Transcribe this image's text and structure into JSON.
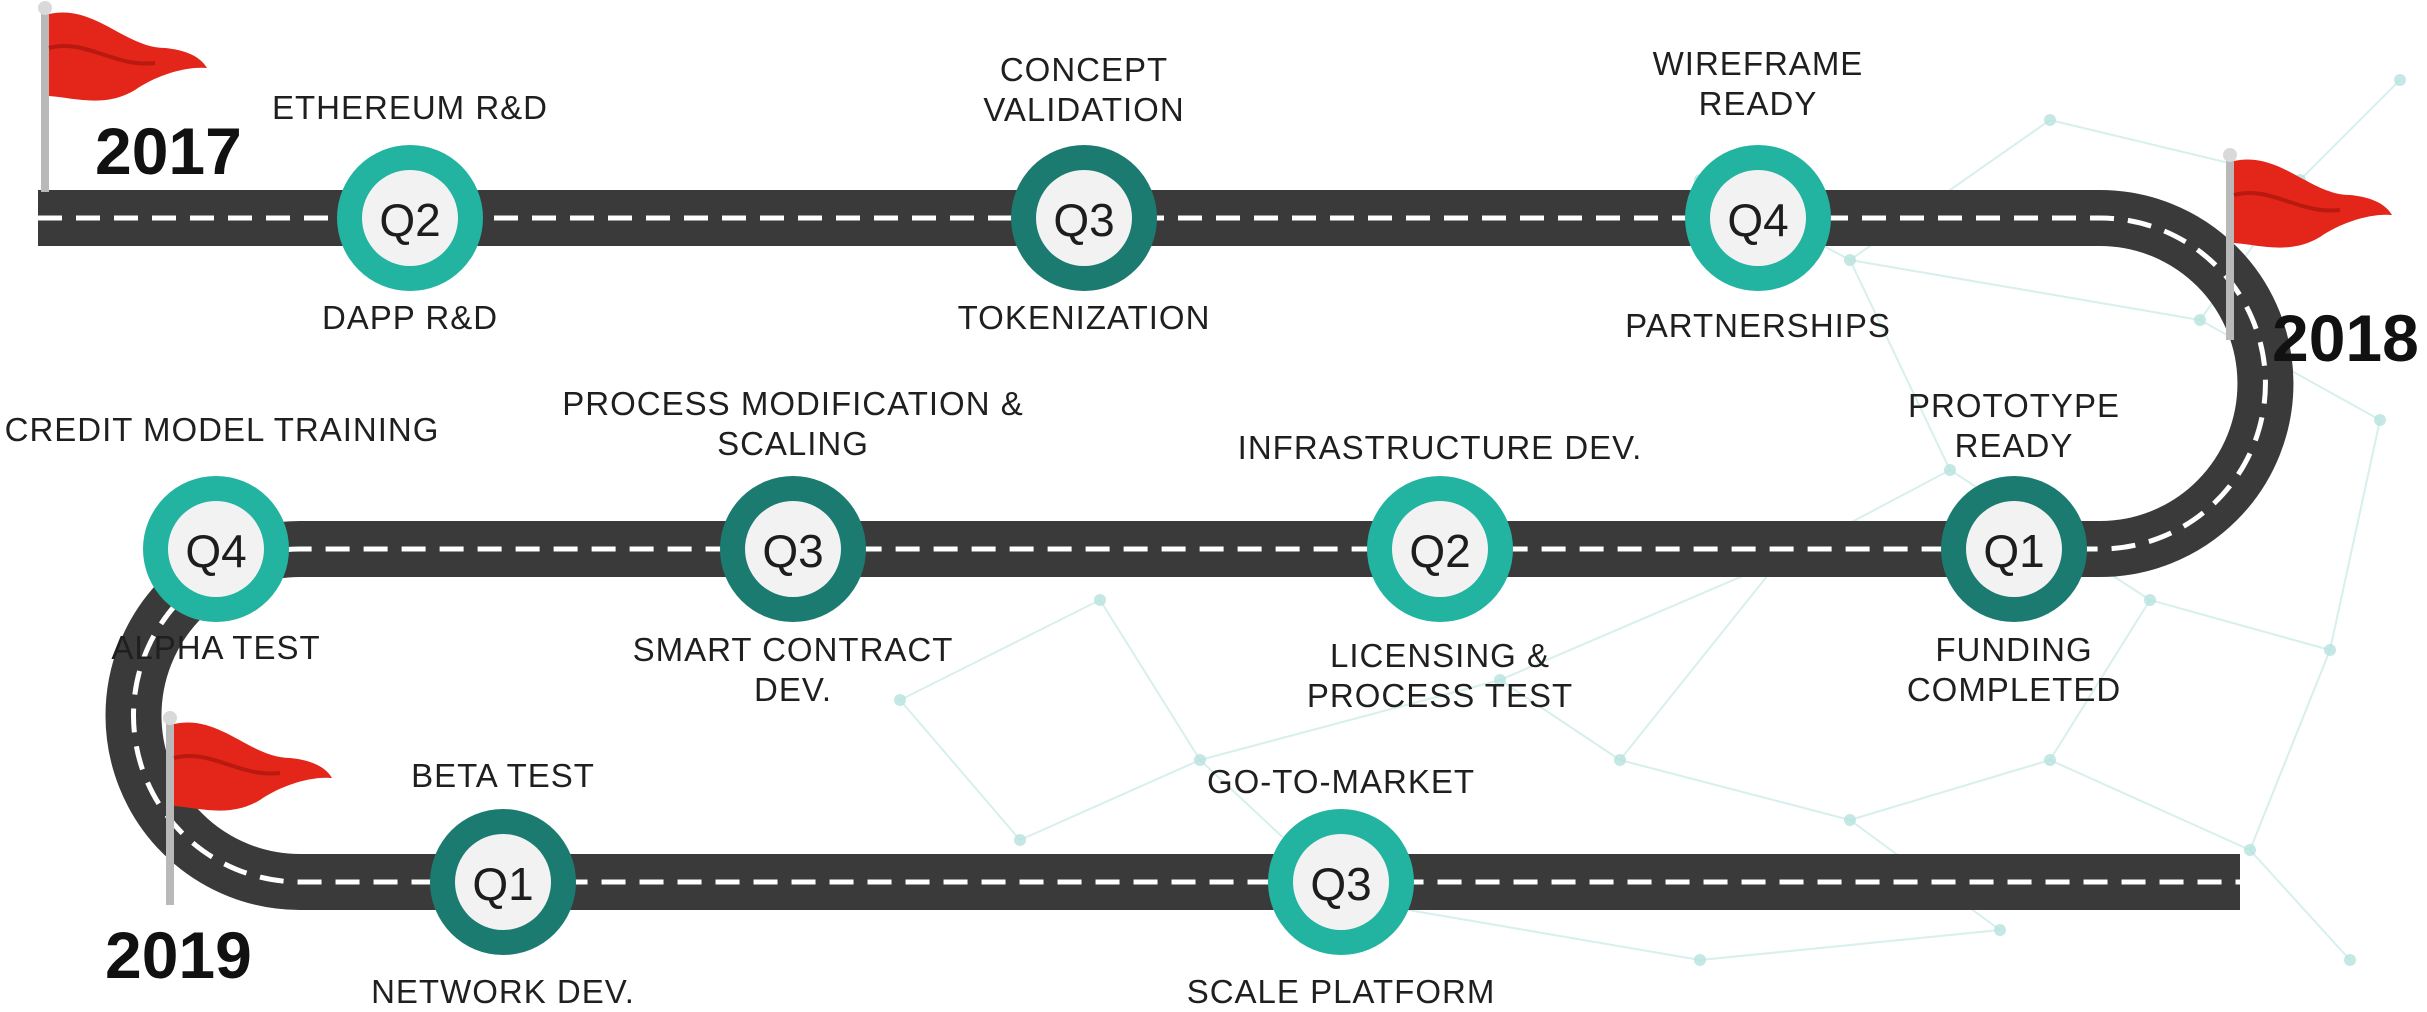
{
  "years": [
    "2017",
    "2018",
    "2019"
  ],
  "colors": {
    "road": "#3a3a3a",
    "lane_marking": "#ffffff",
    "milestone_light": "#22b3a1",
    "milestone_dark": "#1b7b70",
    "milestone_center": "#f2f2f2",
    "flag": "#e32619",
    "flag_pole": "#b9b9b9",
    "background_network": "#b7e2df"
  },
  "milestones": [
    {
      "quarter": "Q2",
      "top": [
        "ETHEREUM R&D"
      ],
      "bottom": [
        "DAPP R&D"
      ],
      "tone": "light"
    },
    {
      "quarter": "Q3",
      "top": [
        "CONCEPT",
        "VALIDATION"
      ],
      "bottom": [
        "TOKENIZATION"
      ],
      "tone": "dark"
    },
    {
      "quarter": "Q4",
      "top": [
        "WIREFRAME",
        "READY"
      ],
      "bottom": [
        "PARTNERSHIPS"
      ],
      "tone": "light"
    },
    {
      "quarter": "Q1",
      "top": [
        "PROTOTYPE",
        "READY"
      ],
      "bottom": [
        "FUNDING",
        "COMPLETED"
      ],
      "tone": "dark"
    },
    {
      "quarter": "Q2",
      "top": [
        "INFRASTRUCTURE DEV."
      ],
      "bottom": [
        "LICENSING &",
        "PROCESS TEST"
      ],
      "tone": "light"
    },
    {
      "quarter": "Q3",
      "top": [
        "PROCESS MODIFICATION &",
        "SCALING"
      ],
      "bottom": [
        "SMART CONTRACT",
        "DEV."
      ],
      "tone": "dark"
    },
    {
      "quarter": "Q4",
      "top": [
        "CREDIT MODEL TRAINING"
      ],
      "bottom": [
        "ALPHA TEST"
      ],
      "tone": "light"
    },
    {
      "quarter": "Q1",
      "top": [
        "BETA TEST"
      ],
      "bottom": [
        "NETWORK DEV."
      ],
      "tone": "dark"
    },
    {
      "quarter": "Q3",
      "top": [
        "GO-TO-MARKET"
      ],
      "bottom": [
        "SCALE PLATFORM"
      ],
      "tone": "light"
    }
  ]
}
